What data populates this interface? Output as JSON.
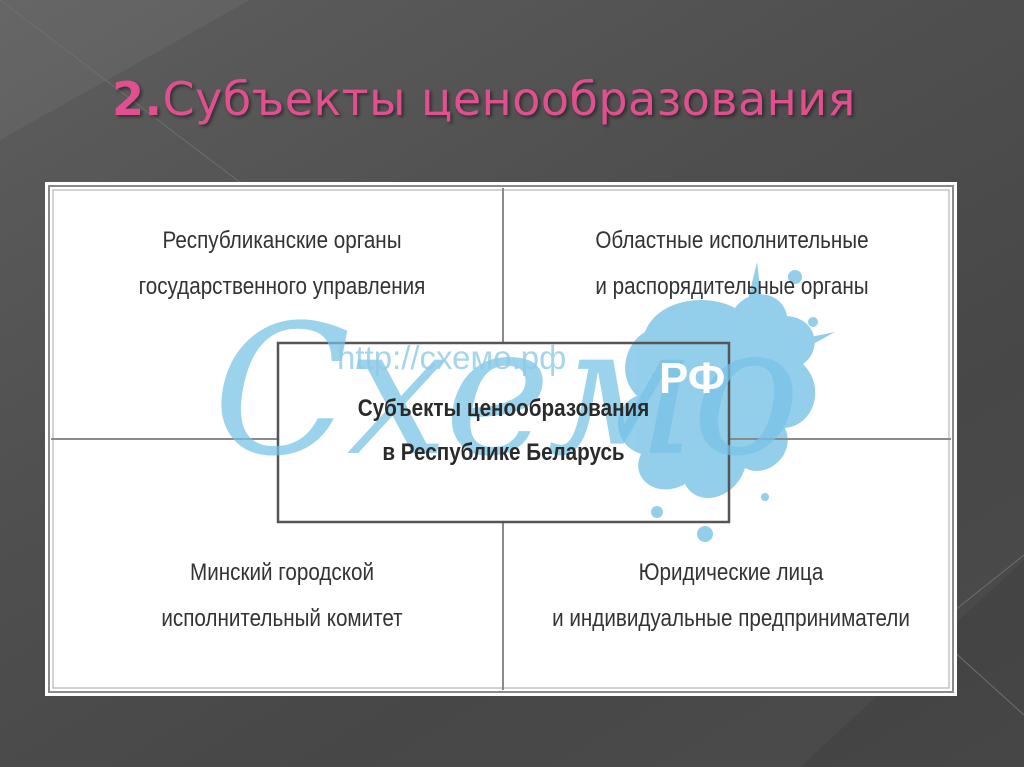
{
  "slide": {
    "title_number": "2.",
    "title_text": "Субъекты ценообразования"
  },
  "diagram": {
    "center": {
      "line1": "Субъекты ценообразования",
      "line2": "в Республике Беларусь"
    },
    "blocks": [
      {
        "line1": "Республиканские органы",
        "line2": "государственного управления"
      },
      {
        "line1": "Областные исполнительные",
        "line2": "и распорядительные органы"
      },
      {
        "line1": "Минский городской",
        "line2": "исполнительный комитет"
      },
      {
        "line1": "Юридические лица",
        "line2": "и индивидуальные предприниматели"
      }
    ]
  },
  "watermark": {
    "url": "http://схемо.рф",
    "logo": "Схемо",
    "badge": "РФ"
  },
  "colors": {
    "title": "#e0508f",
    "background": "#555555",
    "watermark": "#76c2e6",
    "frame": "#888888"
  }
}
